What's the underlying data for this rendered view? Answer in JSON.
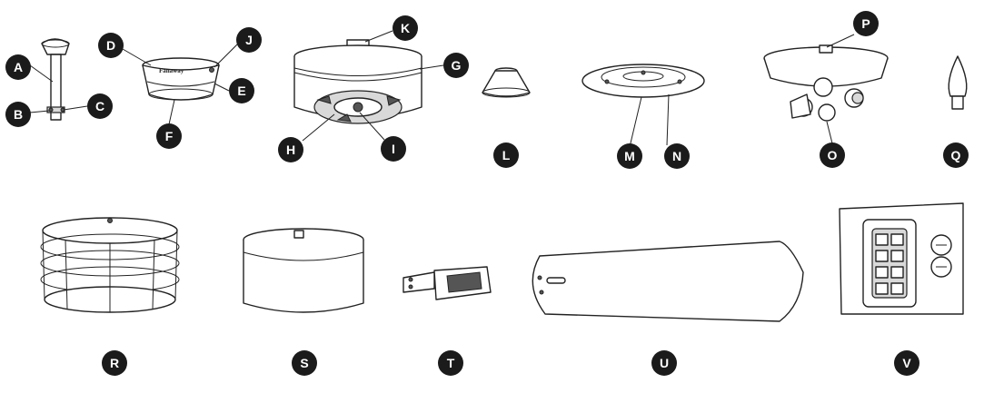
{
  "brand_text": "Fanaway",
  "labels": {
    "A": "A",
    "B": "B",
    "C": "C",
    "D": "D",
    "E": "E",
    "F": "F",
    "G": "G",
    "H": "H",
    "I": "I",
    "J": "J",
    "K": "K",
    "L": "L",
    "M": "M",
    "N": "N",
    "O": "O",
    "P": "P",
    "Q": "Q",
    "R": "R",
    "S": "S",
    "T": "T",
    "U": "U",
    "V": "V"
  },
  "colors": {
    "badge": "#1b1b1b",
    "line": "#222222",
    "shade": "#d9d9d9"
  }
}
